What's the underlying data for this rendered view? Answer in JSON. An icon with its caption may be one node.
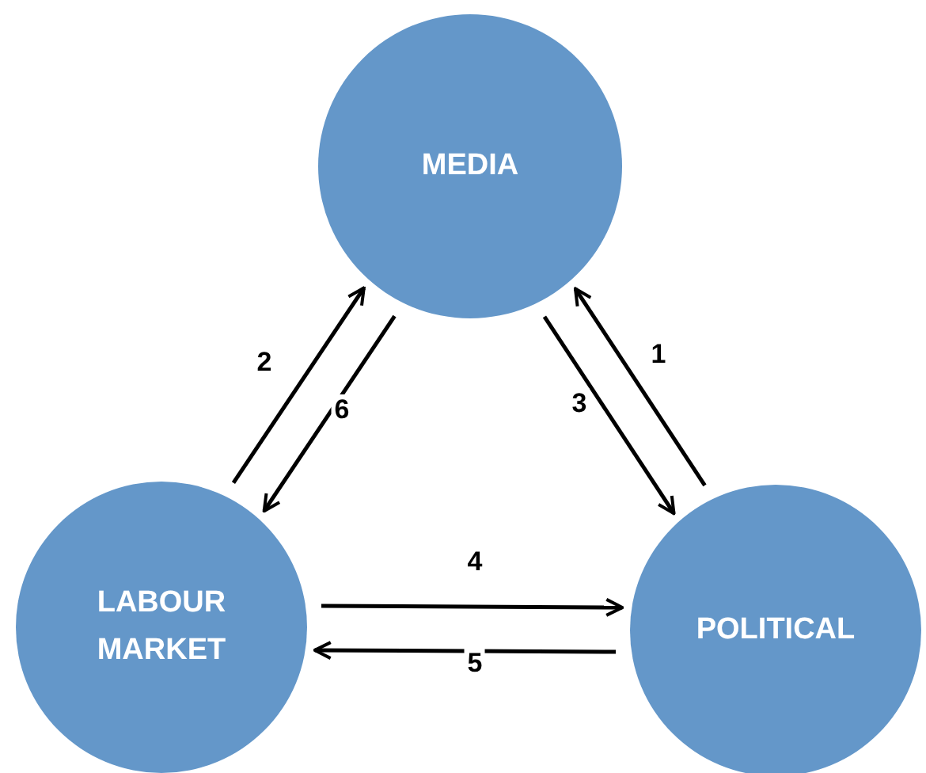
{
  "diagram": {
    "nodes": [
      {
        "text": [
          "MEDIA"
        ]
      },
      {
        "text": [
          "LABOUR MARKET"
        ]
      },
      {
        "text": [
          "POLITICAL"
        ]
      }
    ],
    "edges": [
      {
        "from": 2,
        "to": 0,
        "arrow": "to",
        "label": "1"
      },
      {
        "from": 1,
        "to": 0,
        "arrow": "to",
        "label": "2"
      },
      {
        "from": 0,
        "to": 2,
        "arrow": "to",
        "label": "3"
      },
      {
        "from": 1,
        "to": 2,
        "arrow": "to",
        "label": "4"
      },
      {
        "from": 2,
        "to": 1,
        "arrow": "to",
        "label": "5"
      },
      {
        "from": 0,
        "to": 1,
        "arrow": "to",
        "label": "6"
      }
    ]
  }
}
